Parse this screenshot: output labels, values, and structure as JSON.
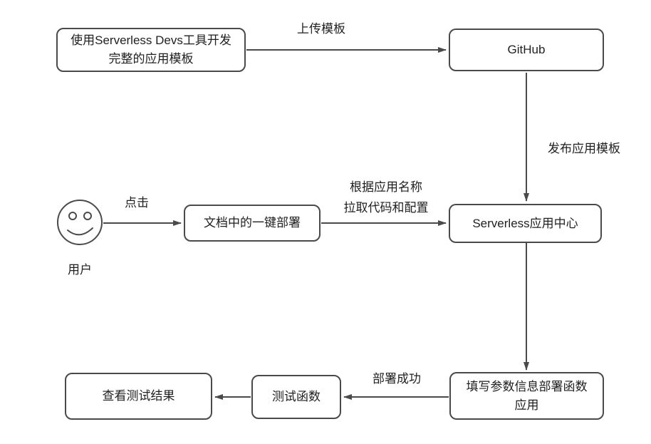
{
  "diagram": {
    "background_color": "#ffffff",
    "stroke_color": "#4a4a4a",
    "text_color": "#1f1f1f",
    "nodes": {
      "dev_template": {
        "line1": "使用Serverless Devs工具开发",
        "line2": "完整的应用模板"
      },
      "github": {
        "label": "GitHub"
      },
      "one_click_deploy": {
        "label": "文档中的一键部署"
      },
      "app_center": {
        "label": "Serverless应用中心"
      },
      "fill_params": {
        "line1": "填写参数信息部署函数",
        "line2": "应用"
      },
      "test_function": {
        "label": "测试函数"
      },
      "view_results": {
        "label": "查看测试结果"
      },
      "user": {
        "label": "用户",
        "icon": "smiley-face-icon"
      }
    },
    "edge_labels": {
      "upload_template": "上传模板",
      "publish_template": "发布应用模板",
      "click": "点击",
      "pull_code_line1": "根据应用名称",
      "pull_code_line2": "拉取代码和配置",
      "deploy_success": "部署成功"
    }
  }
}
